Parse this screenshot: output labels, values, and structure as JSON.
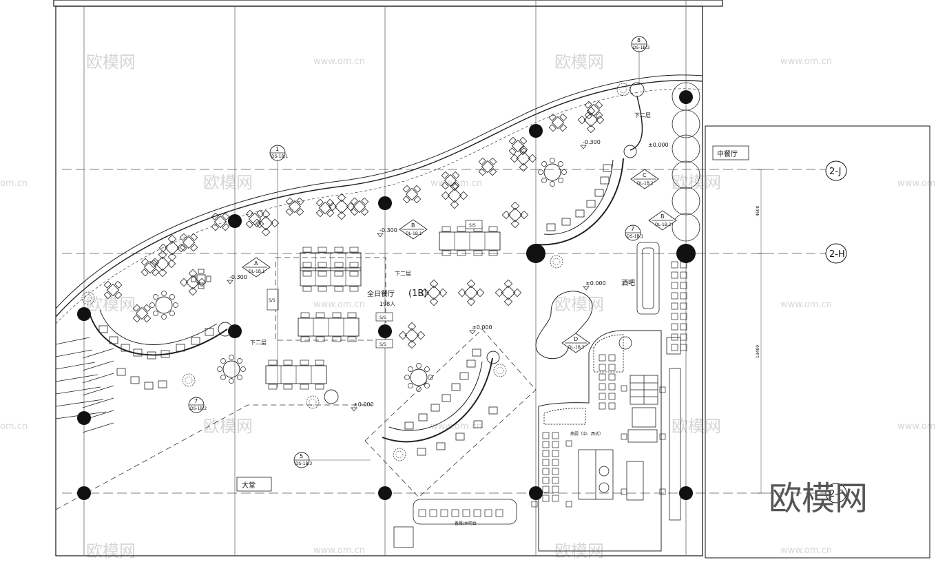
{
  "labels": {
    "all_day_dining": "全日餐厅",
    "capacity": "198人",
    "zone_id": "(1B)",
    "bar": "酒吧",
    "lobby": "大堂",
    "chinese_restaurant": "中餐厅",
    "down_to_2f": "下二层",
    "kitchen_note": "热厨（中、西式）",
    "pantry_note": "备餐/水吧台",
    "ss": "S/S"
  },
  "levels": {
    "minus_300": "-0.300",
    "zero": "±0.000"
  },
  "grid_bubbles": {
    "j": "2-J",
    "h": "2-H",
    "f": "2-F"
  },
  "dimensions": {
    "upper": "4600",
    "lower": "13400"
  },
  "section_markers": [
    {
      "letter": "A",
      "ref": "DL-1B.1"
    },
    {
      "letter": "B",
      "ref": "DL-1B.1"
    },
    {
      "letter": "C",
      "ref": "DL-1B.2"
    },
    {
      "letter": "D",
      "ref": "DL-1B.2"
    },
    {
      "letter": "B",
      "ref": "DL-1B.2"
    }
  ],
  "detail_markers": [
    {
      "num": "1",
      "ref": "DS-1B.1"
    },
    {
      "num": "5",
      "ref": "DS-1B.3"
    },
    {
      "num": "7",
      "ref": "DS-1B.2"
    },
    {
      "num": "7",
      "ref": "DS-1B.1"
    },
    {
      "num": "8",
      "ref": "DS-1B.3"
    }
  ],
  "watermarks": {
    "brand": "欧模网",
    "url": "www.om.cn",
    "url_partial": "om.cn"
  }
}
